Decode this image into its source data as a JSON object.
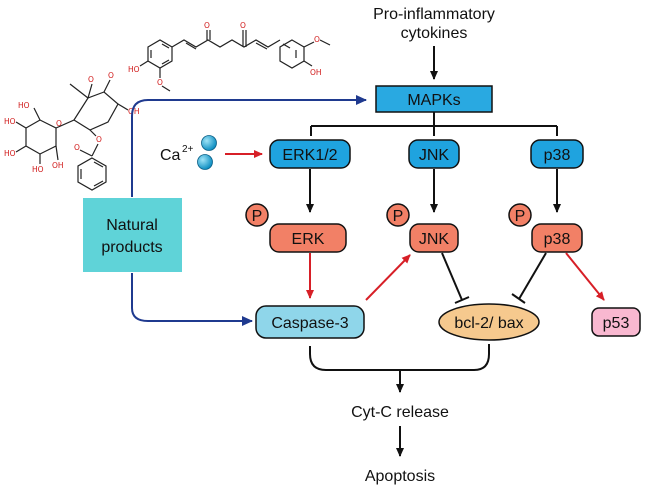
{
  "top_input": {
    "line1": "Pro-inflammatory",
    "line2": "cytokines"
  },
  "mapks": "MAPKs",
  "calcium": {
    "symbol": "Ca",
    "superscript": "2+"
  },
  "kinases": {
    "erk12": "ERK1/2",
    "jnk": "JNK",
    "p38": "p38"
  },
  "phospho": {
    "marker": "P",
    "erk": "ERK",
    "jnk": "JNK",
    "p38": "p38"
  },
  "natural_products": {
    "line1": "Natural",
    "line2": "products"
  },
  "caspase3": "Caspase-3",
  "bcl2_bax": "bcl-2/ bax",
  "p53": "p53",
  "cytc": "Cyt-C release",
  "apoptosis": "Apoptosis",
  "chem_labels": {
    "hydroxyl": "OH",
    "oxygen": "O",
    "methoxy": "O",
    "ho": "HO"
  },
  "colors": {
    "mapk_fill": "#29a9e1",
    "kinase_fill": "#1fa3df",
    "phospho_fill": "#f28066",
    "natural_fill": "#5fd3d8",
    "caspase_fill": "#8fd6ea",
    "bcl_fill": "#f6c98e",
    "p53_fill": "#f9b8d0",
    "activation_arrow": "#d71f27",
    "natural_arrow": "#1f3a8f",
    "calcium_fill": "#1aa3d4"
  }
}
